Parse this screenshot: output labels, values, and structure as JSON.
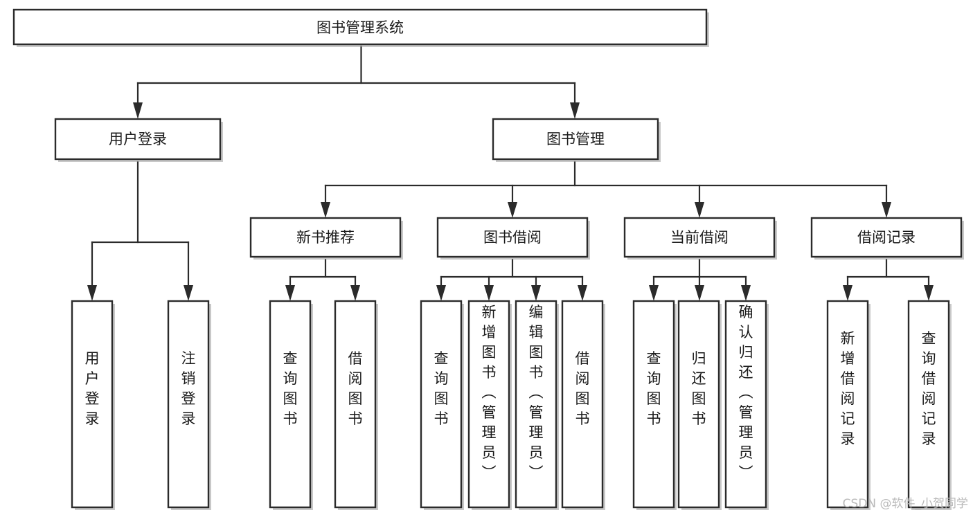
{
  "diagram": {
    "type": "tree-hierarchy-chart",
    "title": "图书管理系统",
    "orientation": "top-down",
    "colors": {
      "box_fill": "#ffffff",
      "box_stroke": "#2b2b2b",
      "text": "#1a1a1a",
      "shadow": "#9a9a9a",
      "watermark": "#b9b9b9"
    },
    "levels": [
      {
        "level": 1,
        "nodes": [
          {
            "id": "root",
            "label": "图书管理系统",
            "orientation": "horizontal"
          }
        ]
      },
      {
        "level": 2,
        "nodes": [
          {
            "id": "login",
            "label": "用户登录",
            "orientation": "horizontal",
            "parent": "root"
          },
          {
            "id": "bookmgmt",
            "label": "图书管理",
            "orientation": "horizontal",
            "parent": "root"
          }
        ]
      },
      {
        "level": 3,
        "nodes": [
          {
            "id": "newbook",
            "label": "新书推荐",
            "orientation": "horizontal",
            "parent": "bookmgmt"
          },
          {
            "id": "borrow",
            "label": "图书借阅",
            "orientation": "horizontal",
            "parent": "bookmgmt"
          },
          {
            "id": "current",
            "label": "当前借阅",
            "orientation": "horizontal",
            "parent": "bookmgmt"
          },
          {
            "id": "records",
            "label": "借阅记录",
            "orientation": "horizontal",
            "parent": "bookmgmt"
          }
        ]
      },
      {
        "level": 4,
        "nodes": [
          {
            "id": "leaf-login-1",
            "label": "用户登录",
            "orientation": "vertical",
            "parent": "login"
          },
          {
            "id": "leaf-login-2",
            "label": "注销登录",
            "orientation": "vertical",
            "parent": "login"
          },
          {
            "id": "leaf-newbook-1",
            "label": "查询图书",
            "orientation": "vertical",
            "parent": "newbook"
          },
          {
            "id": "leaf-newbook-2",
            "label": "借阅图书",
            "orientation": "vertical",
            "parent": "newbook"
          },
          {
            "id": "leaf-borrow-1",
            "label": "查询图书",
            "orientation": "vertical",
            "parent": "borrow"
          },
          {
            "id": "leaf-borrow-2",
            "label": "新增图书（管理员）",
            "orientation": "vertical",
            "parent": "borrow"
          },
          {
            "id": "leaf-borrow-3",
            "label": "编辑图书（管理员）",
            "orientation": "vertical",
            "parent": "borrow"
          },
          {
            "id": "leaf-borrow-4",
            "label": "借阅图书",
            "orientation": "vertical",
            "parent": "borrow"
          },
          {
            "id": "leaf-current-1",
            "label": "查询图书",
            "orientation": "vertical",
            "parent": "current"
          },
          {
            "id": "leaf-current-2",
            "label": "归还图书",
            "orientation": "vertical",
            "parent": "current"
          },
          {
            "id": "leaf-current-3",
            "label": "确认归还（管理员）",
            "orientation": "vertical",
            "parent": "current"
          },
          {
            "id": "leaf-records-1",
            "label": "新增借阅记录",
            "orientation": "vertical",
            "parent": "records"
          },
          {
            "id": "leaf-records-2",
            "label": "查询借阅记录",
            "orientation": "vertical",
            "parent": "records"
          }
        ]
      }
    ]
  },
  "watermark": {
    "text": "CSDN @软件_小贺同学"
  }
}
